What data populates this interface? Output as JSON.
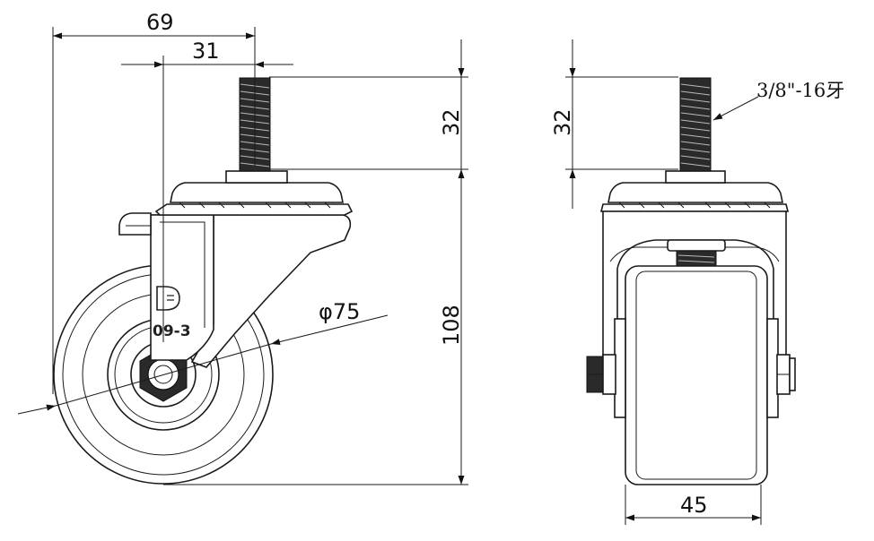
{
  "dimensions": {
    "total_width": "69",
    "offset": "31",
    "stem_height_side": "32",
    "overall_height": "108",
    "wheel_diameter": "φ75",
    "stem_height_front": "32",
    "thread_spec": "3/8\"-16牙",
    "wheel_width": "45"
  },
  "logo": {
    "model": "09-3"
  }
}
